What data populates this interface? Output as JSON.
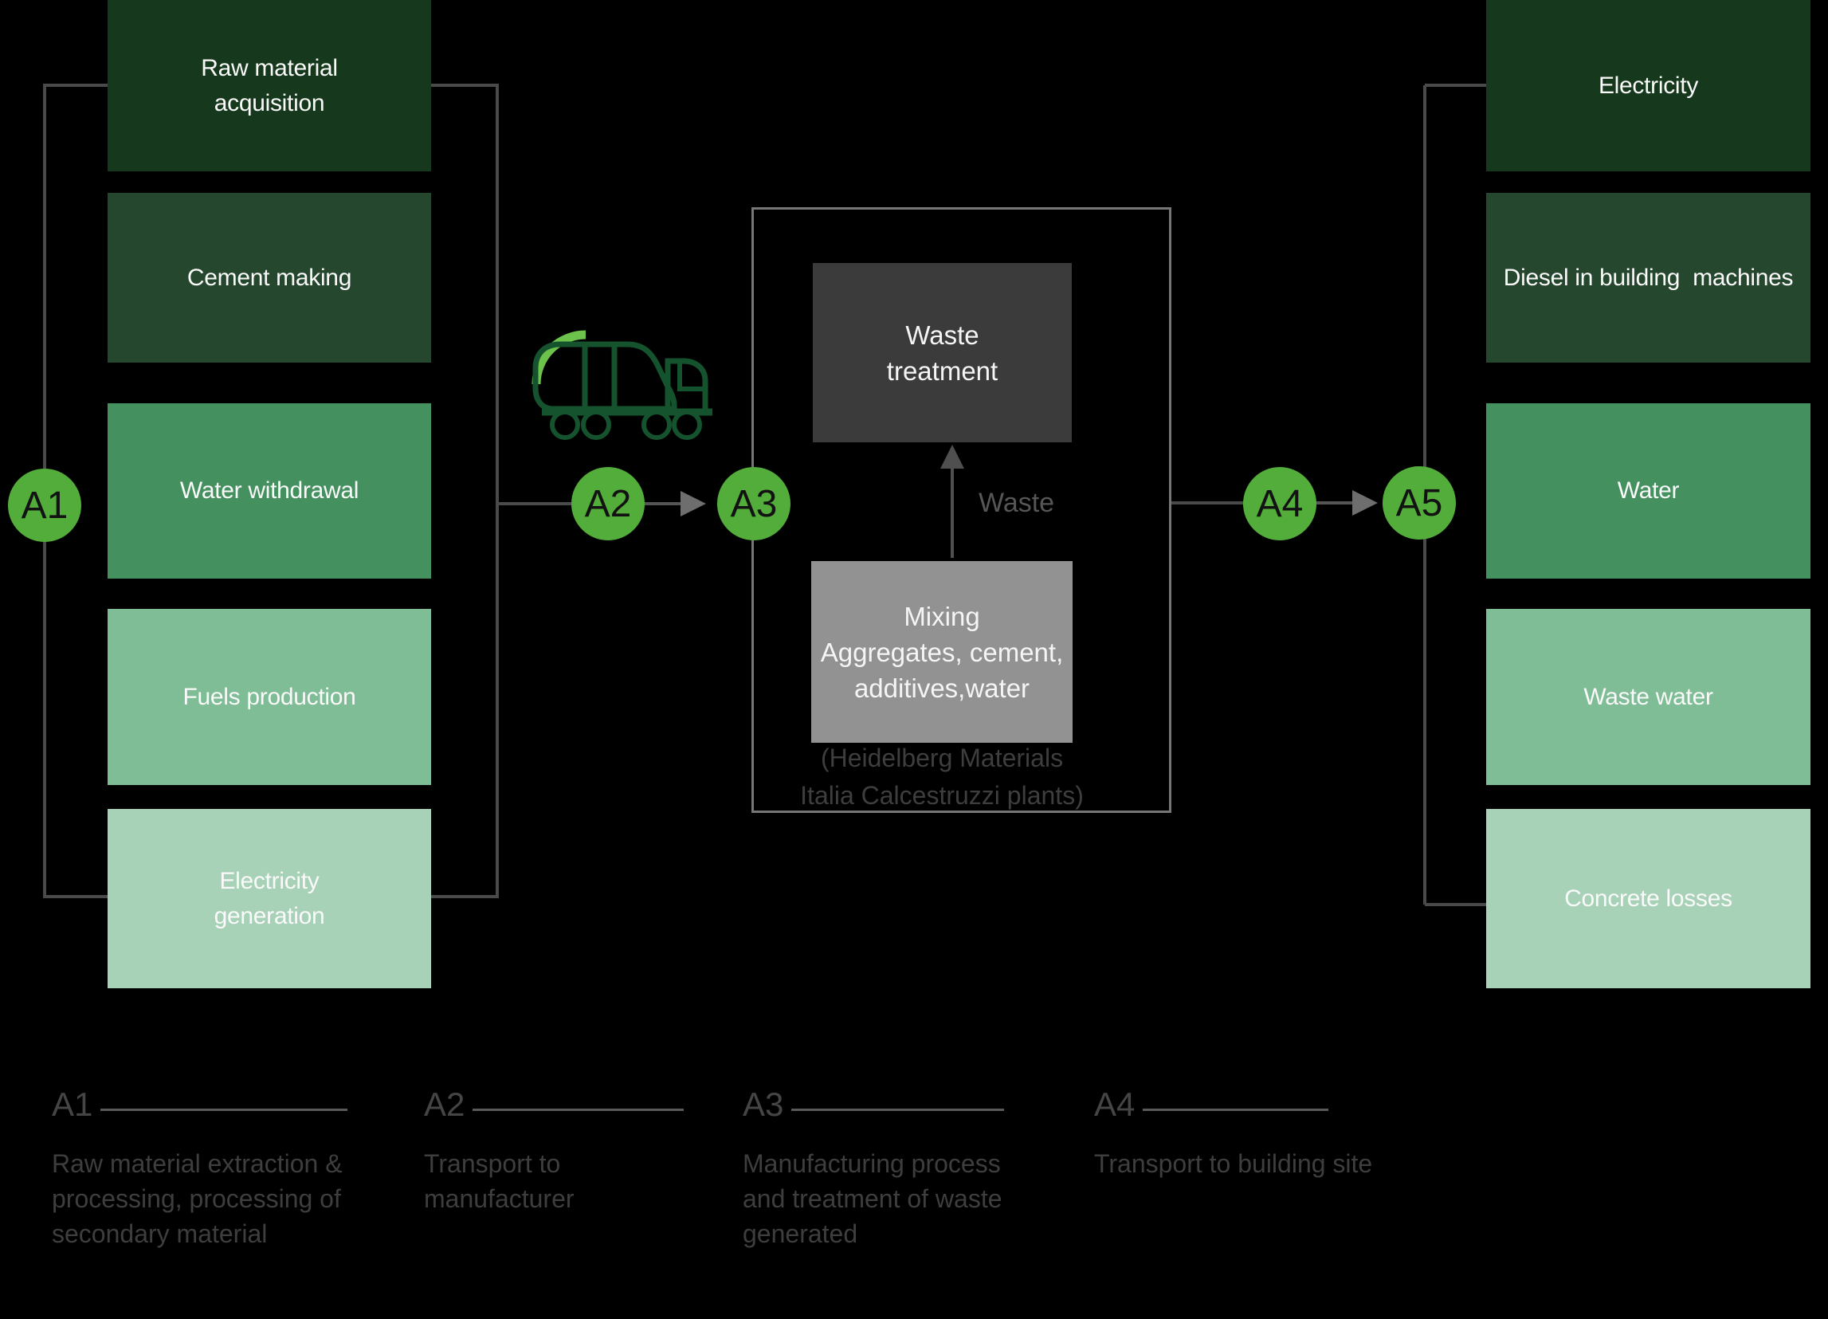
{
  "diagram_title": "Concrete life cycle system boundaries A1-A5",
  "left_column": {
    "items": [
      {
        "label": "Raw material\nacquisition",
        "color": "#16381c"
      },
      {
        "label": "Cement making",
        "color": "#25472e"
      },
      {
        "label": "Water withdrawal",
        "color": "#44905f"
      },
      {
        "label": "Fuels production",
        "color": "#7fbd96"
      },
      {
        "label": "Electricity\ngeneration",
        "color": "#a8d2b8"
      }
    ]
  },
  "right_column": {
    "items": [
      {
        "label": "Electricity",
        "color": "#16381c"
      },
      {
        "label": "Diesel in building  machines",
        "color": "#25472e"
      },
      {
        "label": "Water",
        "color": "#44905f"
      },
      {
        "label": "Waste water",
        "color": "#7fbd96"
      },
      {
        "label": "Concrete losses",
        "color": "#a8d2b8"
      }
    ]
  },
  "stages": [
    {
      "label": "A1"
    },
    {
      "label": "A2"
    },
    {
      "label": "A3"
    },
    {
      "label": "A4"
    },
    {
      "label": "A5"
    }
  ],
  "middle": {
    "waste_treatment_label": "Waste\ntreatment",
    "mixing_label": "Mixing\nAggregates, cement,\nadditives,water",
    "waste_flow_label": "Waste",
    "plant_note": "(Heidelberg Materials\nItalia Calcestruzzi plants)"
  },
  "icons": {
    "truck": "concrete-mixer-truck-icon"
  },
  "legend": [
    {
      "id": "A1",
      "desc": "Raw material extraction &\nprocessing, processing of\nsecondary material"
    },
    {
      "id": "A2",
      "desc": "Transport to\nmanufacturer"
    },
    {
      "id": "A3",
      "desc": "Manufacturing process\nand treatment of waste\ngenerated"
    },
    {
      "id": "A4",
      "desc": "Transport to building site"
    }
  ],
  "colors": {
    "background": "#000000",
    "connector_line": "#4a4a4a",
    "arrowhead": "#6e6e6e",
    "middle_border": "#767676",
    "stage_circle": "#53ad3a",
    "waste_treatment_box": "#3b3b3b",
    "mixing_box": "#929292",
    "truck_outline": "#14532d",
    "truck_accent": "#6cc24b",
    "dim_text": "#3e3e3e",
    "box_text": "#fafafa"
  }
}
